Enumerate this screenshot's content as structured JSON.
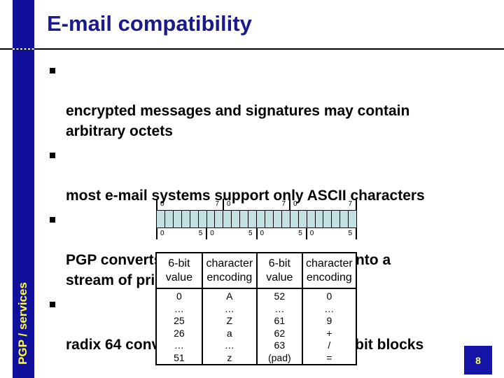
{
  "slide": {
    "title": "E-mail compatibility",
    "sidebar_label": "PGP / services",
    "page_number": "8"
  },
  "bullets": [
    {
      "text": "encrypted messages and signatures may contain\narbitrary octets"
    },
    {
      "text": "most e-mail systems support only ASCII characters"
    },
    {
      "text": "PGP converts an arbitrary binary stream into a\nstream of printable ASCII characters"
    },
    {
      "text": "radix 64 conversion: 3 8-bit blocks → 4 6-bit blocks"
    }
  ],
  "diagram": {
    "meaning": "three 8-bit blocks re-divided into four 6-bit blocks",
    "cell_fill": "#c3e1e3",
    "top_groups": [
      {
        "start": "0",
        "end": "7"
      },
      {
        "start": "0",
        "end": "7"
      },
      {
        "start": "0",
        "end": "7"
      }
    ],
    "bottom_groups": [
      {
        "start": "0",
        "end": "5"
      },
      {
        "start": "0",
        "end": "5"
      },
      {
        "start": "0",
        "end": "5"
      },
      {
        "start": "0",
        "end": "5"
      }
    ]
  },
  "table": {
    "headers": [
      "6-bit\nvalue",
      "character\nencoding",
      "6-bit\nvalue",
      "character\nencoding"
    ],
    "columns": [
      "0\n…\n25\n26\n…\n51",
      "A\n…\nZ\na\n…\nz",
      "52\n…\n61\n62\n63\n(pad)",
      "0\n…\n9\n+\n/\n="
    ]
  },
  "colors": {
    "accent_bar": "#10109a",
    "title": "#1a1a8c",
    "sidebar_text": "#ffff33",
    "page_box": "#1414a6",
    "diagram_cell": "#c3e1e3"
  }
}
